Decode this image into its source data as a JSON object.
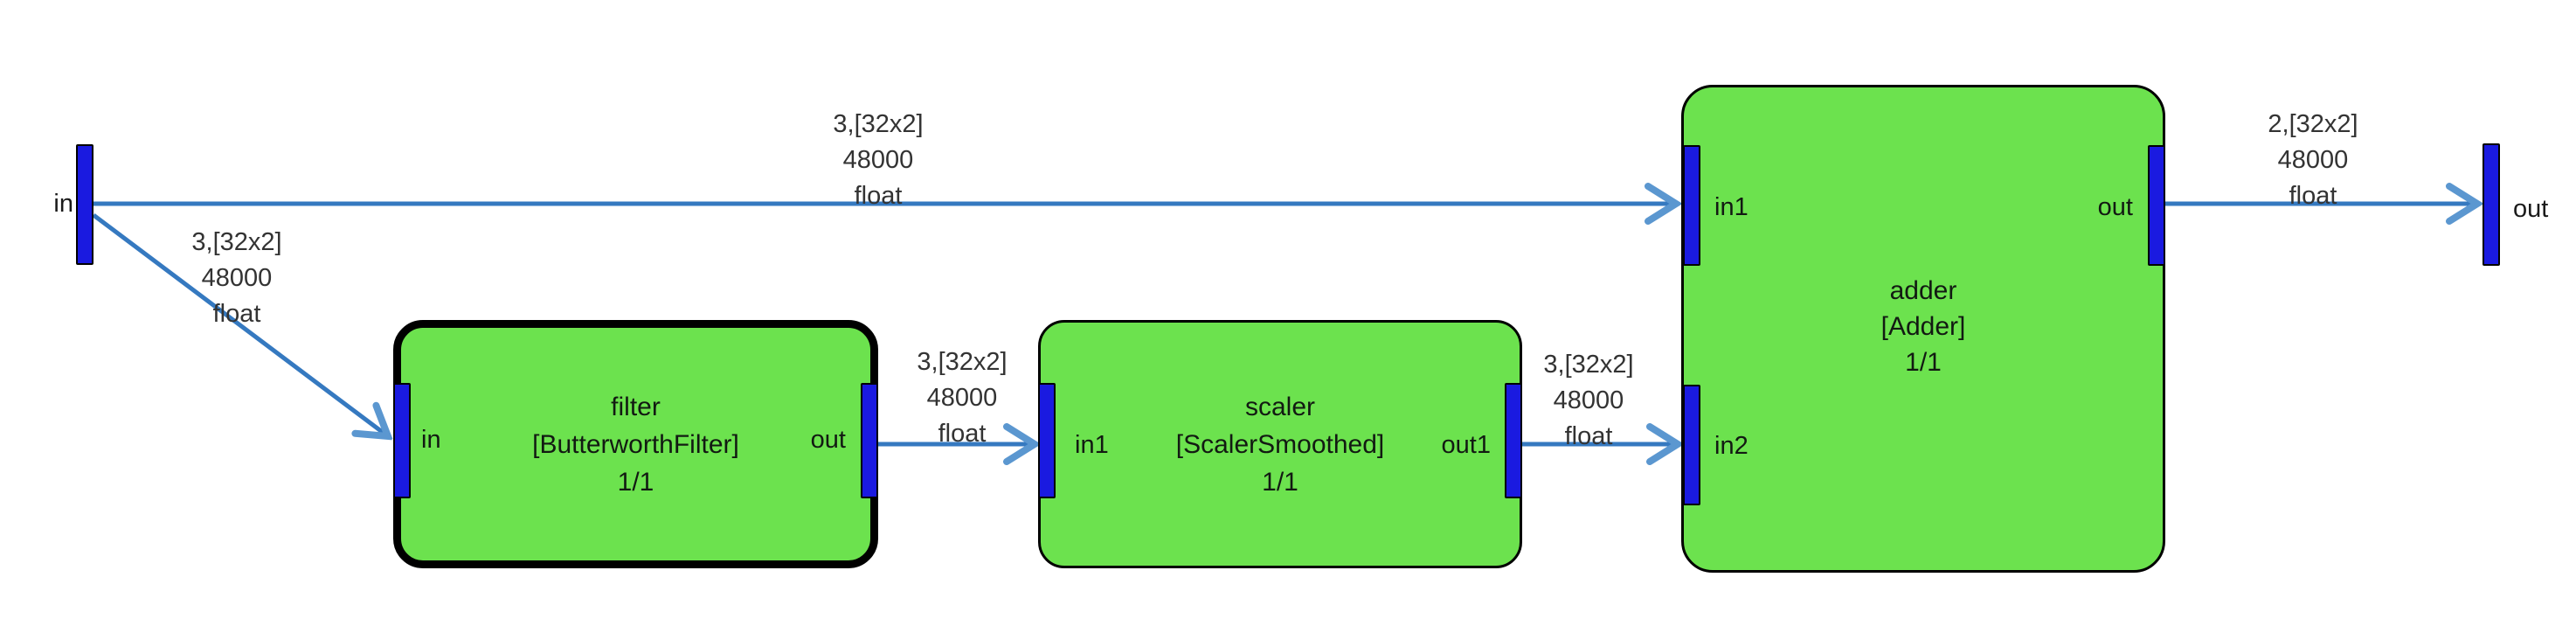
{
  "diagram": {
    "kind": "dataflow-graph",
    "colors": {
      "block_fill": "#6ce24e",
      "port_fill": "#1a1ae0",
      "wire": "#3579c0",
      "arrowhead": "#5b97d0",
      "block_border": "#000000",
      "background": "#ffffff"
    },
    "terminals": {
      "input": {
        "label": "in"
      },
      "output": {
        "label": "out"
      }
    },
    "blocks": {
      "filter": {
        "name": "filter",
        "class_name": "[ButterworthFilter]",
        "multiplicity": "1/1",
        "selected": true,
        "ports": {
          "in": {
            "label": "in"
          },
          "out": {
            "label": "out"
          }
        }
      },
      "scaler": {
        "name": "scaler",
        "class_name": "[ScalerSmoothed]",
        "multiplicity": "1/1",
        "selected": false,
        "ports": {
          "in1": {
            "label": "in1"
          },
          "out1": {
            "label": "out1"
          }
        }
      },
      "adder": {
        "name": "adder",
        "class_name": "[Adder]",
        "multiplicity": "1/1",
        "selected": false,
        "ports": {
          "in1": {
            "label": "in1"
          },
          "in2": {
            "label": "in2"
          },
          "out": {
            "label": "out"
          }
        }
      }
    },
    "edges": [
      {
        "from": "in",
        "to": "adder.in1",
        "label": [
          "3,[32x2]",
          "48000",
          "float"
        ]
      },
      {
        "from": "in",
        "to": "filter.in",
        "label": [
          "3,[32x2]",
          "48000",
          "float"
        ]
      },
      {
        "from": "filter.out",
        "to": "scaler.in1",
        "label": [
          "3,[32x2]",
          "48000",
          "float"
        ]
      },
      {
        "from": "scaler.out1",
        "to": "adder.in2",
        "label": [
          "3,[32x2]",
          "48000",
          "float"
        ]
      },
      {
        "from": "adder.out",
        "to": "out",
        "label": [
          "2,[32x2]",
          "48000",
          "float"
        ]
      }
    ]
  }
}
